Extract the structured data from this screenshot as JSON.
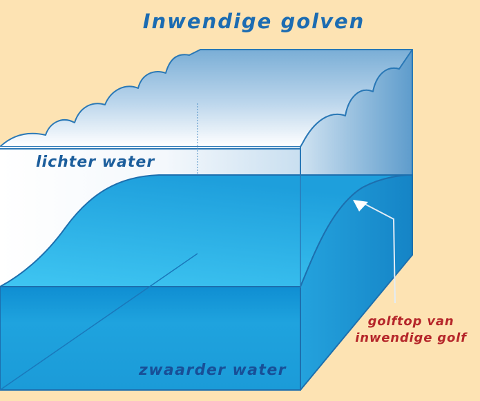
{
  "title": "Inwendige golven",
  "labels": {
    "lighter_water": "lichter water",
    "heavier_water": "zwaarder water",
    "wave_crest_line1": "golftop van",
    "wave_crest_line2": "inwendige golf"
  },
  "colors": {
    "background": "#fde3b3",
    "title": "#1c6cb2",
    "layer_label": "#1c5e9c",
    "heavier_label": "#184f97",
    "annotation": "#b5262a",
    "light_layer": "#e8f2fa",
    "heavy_layer": "#1fa3de"
  }
}
